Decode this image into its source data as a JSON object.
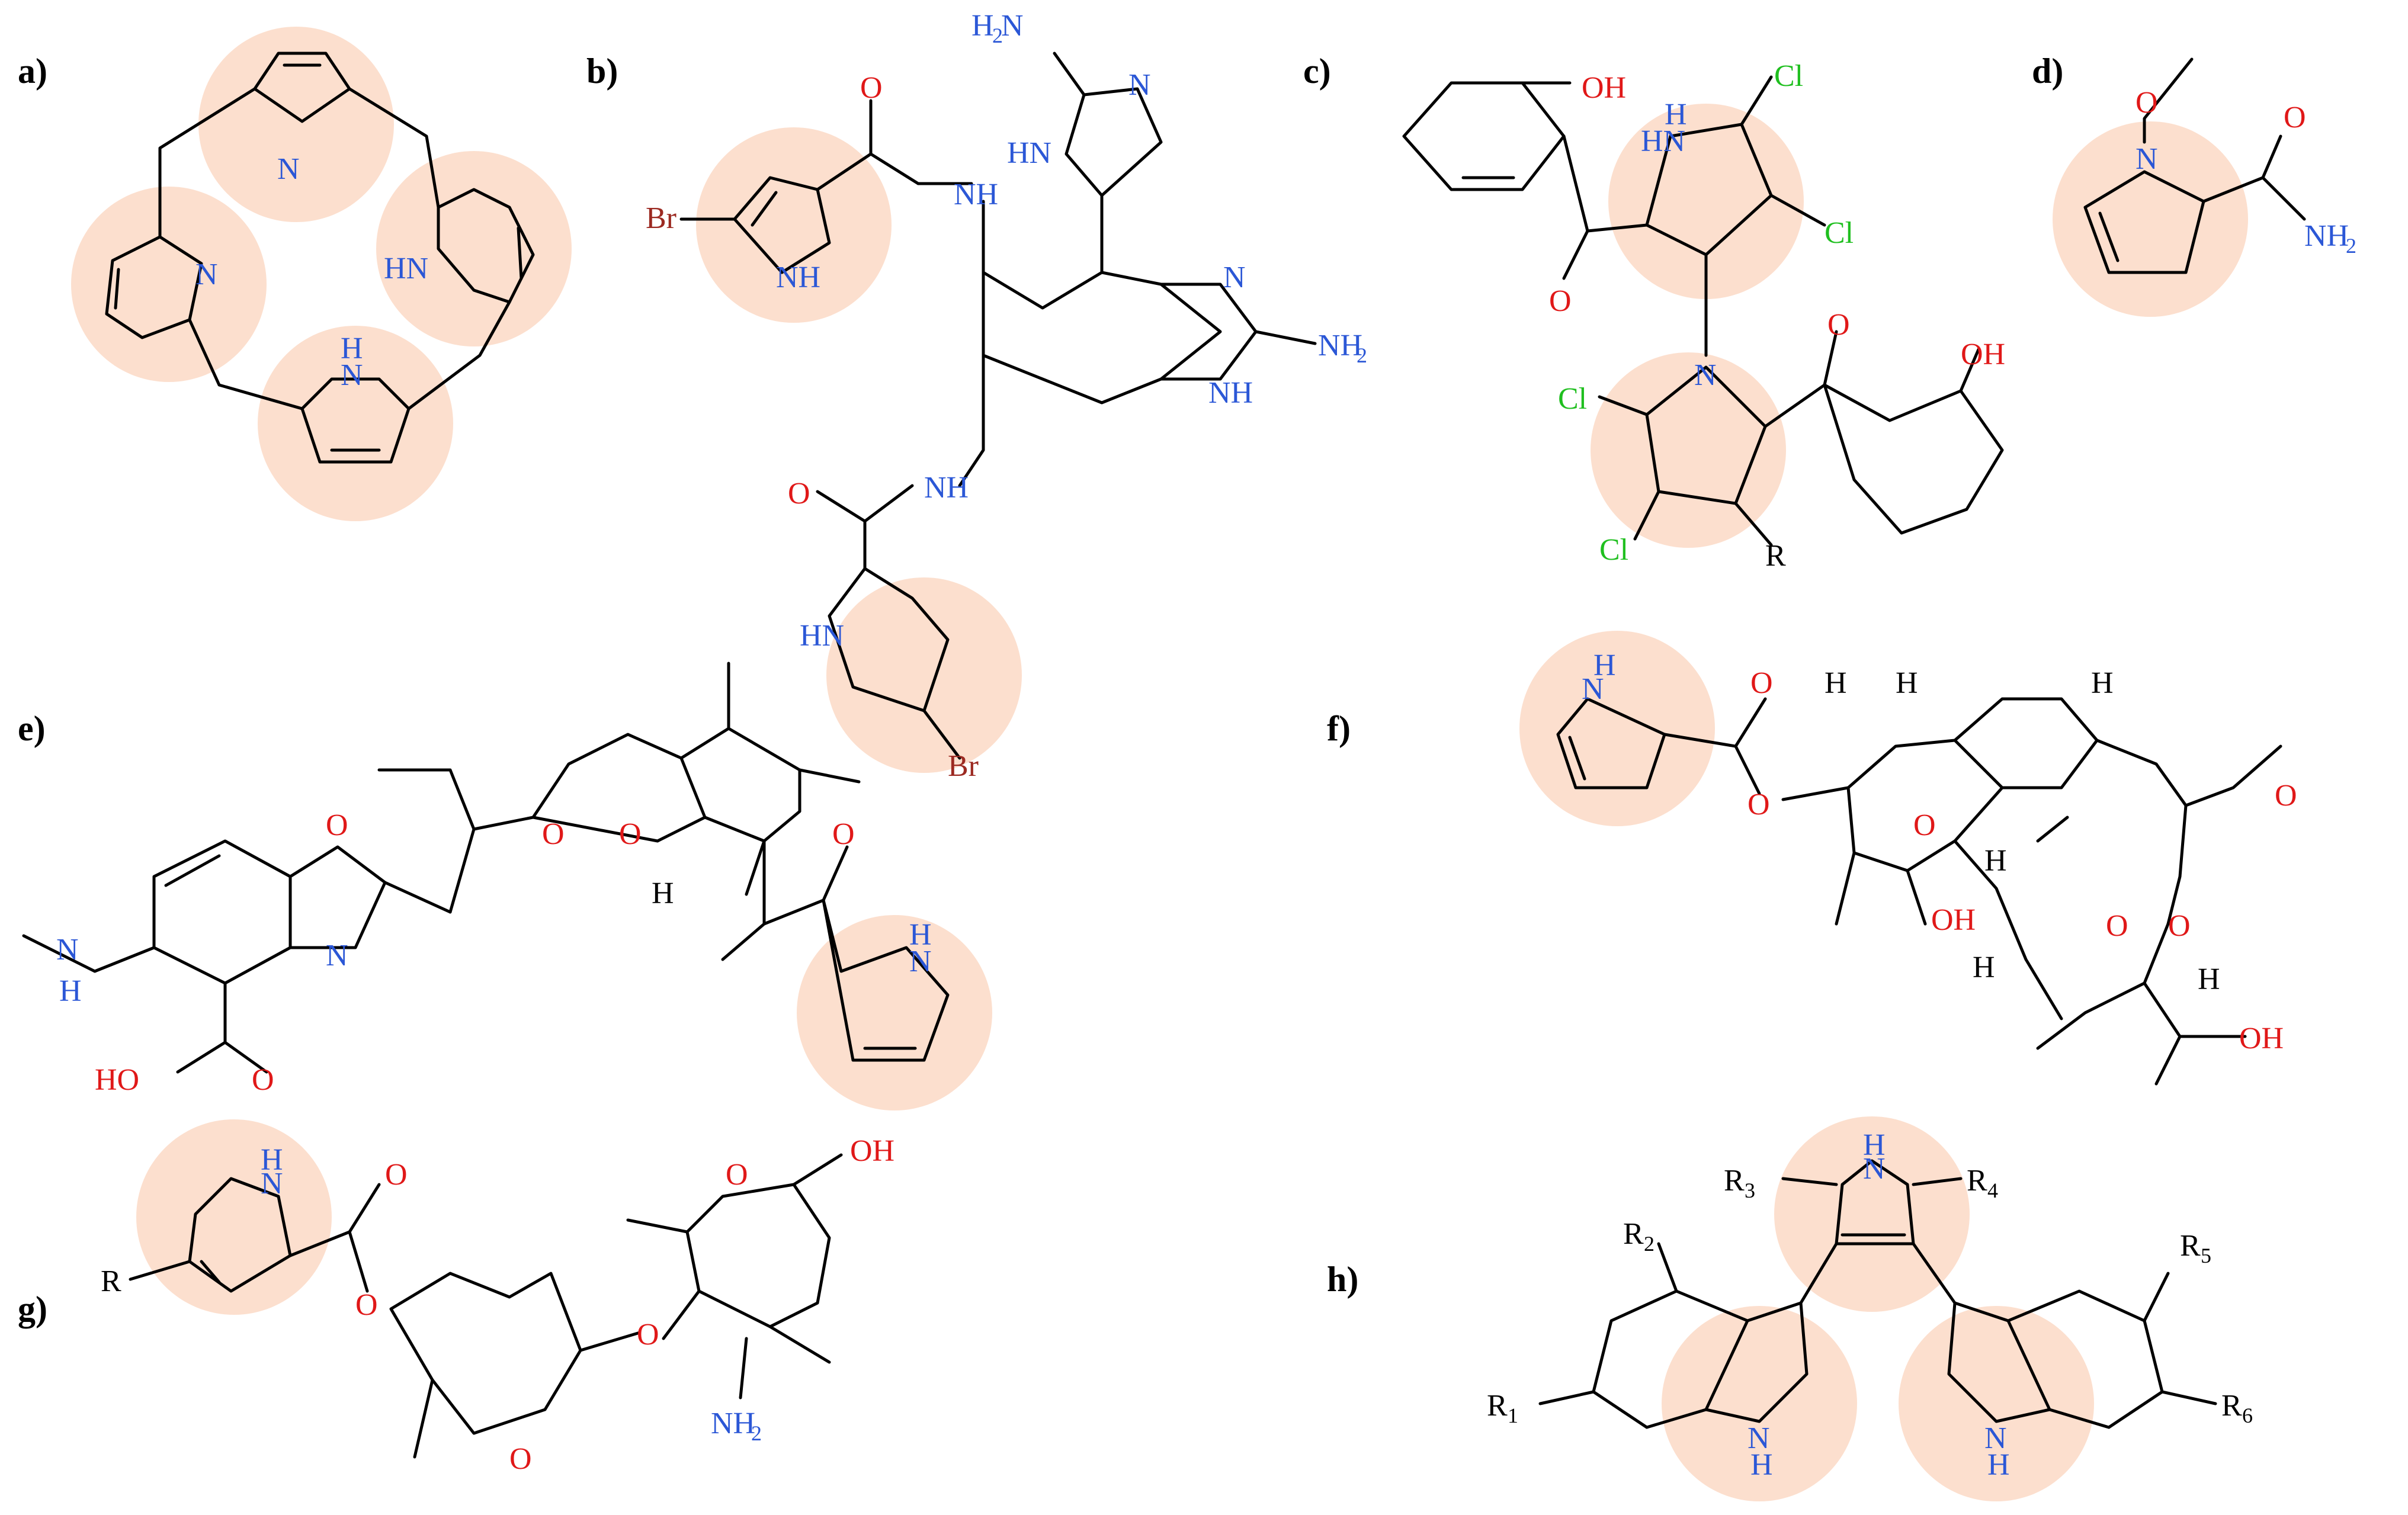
{
  "colors": {
    "highlight": "#fbd9c5",
    "nitrogen": "#2b57d6",
    "oxygen": "#e01818",
    "chlorine": "#1fbf1f",
    "bromine": "#9c2a22",
    "carbon": "#000000"
  },
  "panels": [
    {
      "label": "a)"
    },
    {
      "label": "b)"
    },
    {
      "label": "c)"
    },
    {
      "label": "d)"
    },
    {
      "label": "e)"
    },
    {
      "label": "f)"
    },
    {
      "label": "g)"
    },
    {
      "label": "h)"
    }
  ],
  "atoms": {
    "N": "N",
    "NH": "NH",
    "HN": "HN",
    "H": "H",
    "NH2": "NH",
    "H2N": "H",
    "two": "2",
    "O": "O",
    "OH": "OH",
    "HO": "HO",
    "Br": "Br",
    "Cl": "Cl",
    "R": "R",
    "R1": "R",
    "R2": "R",
    "R3": "R",
    "R4": "R",
    "R5": "R",
    "R6": "R",
    "d1": "1",
    "d2": "2",
    "d3": "3",
    "d4": "4",
    "d5": "5",
    "d6": "6"
  }
}
